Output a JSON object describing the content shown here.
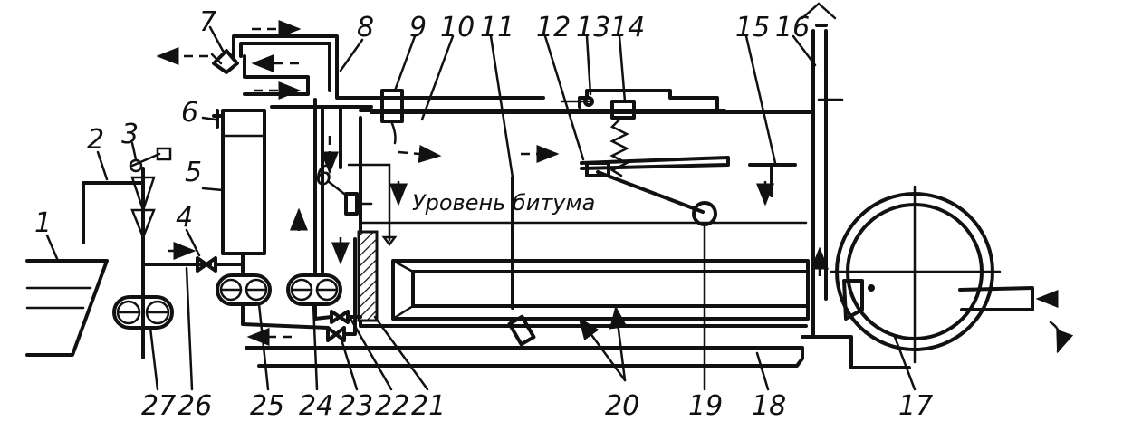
{
  "callouts": [
    "1",
    "2",
    "3",
    "4",
    "5",
    "6",
    "6",
    "7",
    "8",
    "9",
    "10",
    "11",
    "12",
    "13",
    "14",
    "15",
    "16",
    "17",
    "18",
    "19",
    "20",
    "21",
    "22",
    "23",
    "24",
    "25",
    "26",
    "27"
  ],
  "level_label": "Уровень битума"
}
